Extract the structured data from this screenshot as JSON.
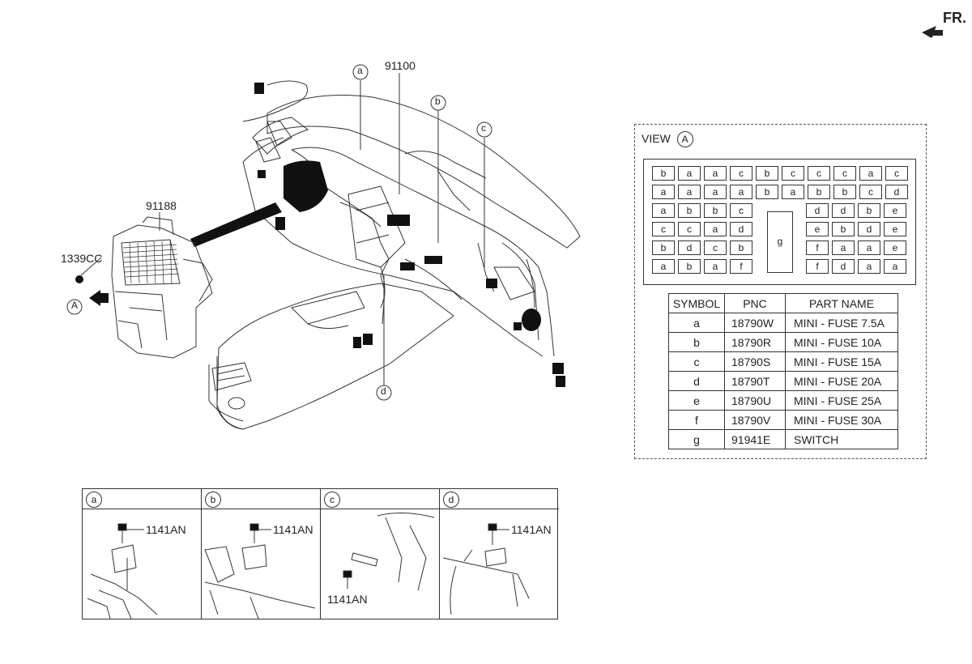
{
  "orientation_label": "FR.",
  "parts": {
    "harness": "91100",
    "junction_box": "91188",
    "nut": "1339CC",
    "view_marker": "A"
  },
  "callouts": [
    "a",
    "b",
    "c",
    "d"
  ],
  "view": {
    "title": "VIEW",
    "marker": "A",
    "fuse_rows_top": [
      [
        "b",
        "a",
        "a",
        "c",
        "b",
        "c",
        "c",
        "c",
        "a",
        "c"
      ],
      [
        "a",
        "a",
        "a",
        "a",
        "b",
        "a",
        "b",
        "b",
        "c",
        "d"
      ]
    ],
    "fuse_rows_left": [
      [
        "a",
        "b",
        "b",
        "c"
      ],
      [
        "c",
        "c",
        "a",
        "d"
      ],
      [
        "b",
        "d",
        "c",
        "b"
      ],
      [
        "a",
        "b",
        "a",
        "f"
      ]
    ],
    "fuse_rows_right": [
      [
        "d",
        "d",
        "b",
        "e"
      ],
      [
        "e",
        "b",
        "d",
        "e"
      ],
      [
        "f",
        "a",
        "a",
        "e"
      ],
      [
        "f",
        "d",
        "a",
        "a"
      ]
    ],
    "switch_symbol": "g"
  },
  "legend": {
    "headers": [
      "SYMBOL",
      "PNC",
      "PART NAME"
    ],
    "rows": [
      [
        "a",
        "18790W",
        "MINI - FUSE 7.5A"
      ],
      [
        "b",
        "18790R",
        "MINI - FUSE 10A"
      ],
      [
        "c",
        "18790S",
        "MINI - FUSE 15A"
      ],
      [
        "d",
        "18790T",
        "MINI - FUSE 20A"
      ],
      [
        "e",
        "18790U",
        "MINI - FUSE 25A"
      ],
      [
        "f",
        "18790V",
        "MINI - FUSE 30A"
      ],
      [
        "g",
        "91941E",
        "SWITCH"
      ]
    ]
  },
  "details": [
    {
      "label": "a",
      "bolt": "1141AN"
    },
    {
      "label": "b",
      "bolt": "1141AN"
    },
    {
      "label": "c",
      "bolt": "1141AN"
    },
    {
      "label": "d",
      "bolt": "1141AN"
    }
  ]
}
